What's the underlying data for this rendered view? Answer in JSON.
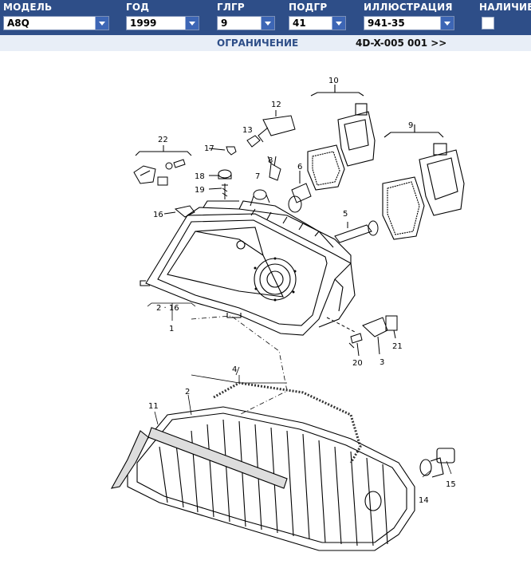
{
  "filters": {
    "model": {
      "label": "МОДЕЛЬ",
      "value": "A8Q"
    },
    "year": {
      "label": "ГОД",
      "value": "1999"
    },
    "main_group": {
      "label": "ГЛГР",
      "value": "9"
    },
    "sub_group": {
      "label": "ПОДГР",
      "value": "41"
    },
    "illustration": {
      "label": "ИЛЛЮСТРАЦИЯ",
      "value": "941-35"
    },
    "availability": {
      "label": "НАЛИЧИЕ",
      "checked": false
    }
  },
  "subbar": {
    "restriction_link": "ОГРАНИЧЕНИЕ",
    "next_illustration_link": "4D-X-005 001 >>"
  },
  "diagram": {
    "callouts": [
      "1",
      "2 · 16",
      "2",
      "3",
      "4",
      "5",
      "6",
      "7",
      "8",
      "9",
      "10",
      "11",
      "12",
      "13",
      "14",
      "15",
      "16",
      "17",
      "18",
      "19",
      "20",
      "21",
      "22"
    ]
  },
  "colors": {
    "topbar_bg": "#2e4e88",
    "subbar_bg": "#e8eef7",
    "link_blue": "#2e4e88",
    "dropdown_button": "#3d66b5"
  }
}
